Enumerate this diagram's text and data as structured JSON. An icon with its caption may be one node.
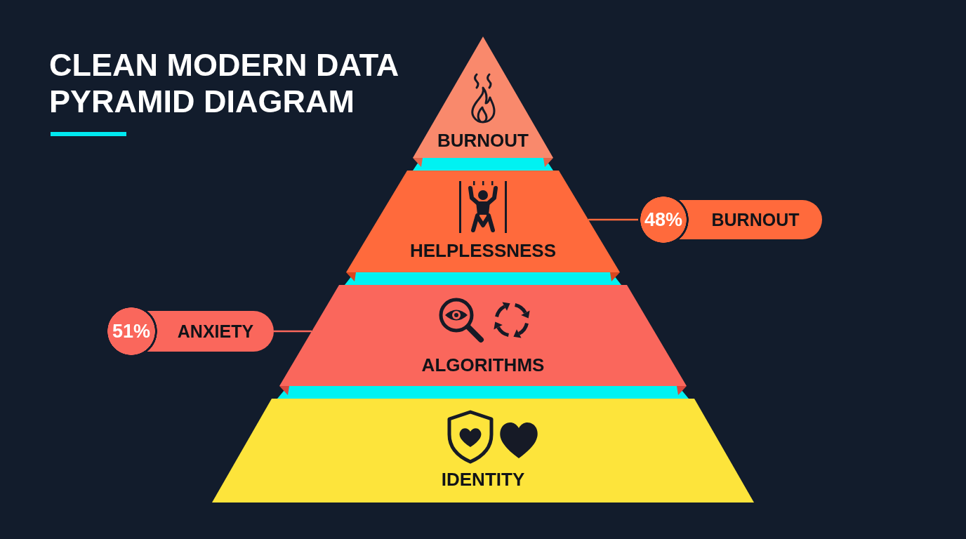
{
  "diagram": {
    "title": "CLEAN MODERN DATA PYRAMID DIAGRAM",
    "nodes": [
      {
        "text": [
          "BURNOUT"
        ]
      },
      {
        "text": [
          "HELPLESSNESS"
        ]
      },
      {
        "text": [
          "48%",
          "BURNOUT"
        ]
      },
      {
        "text": [
          "51%",
          "ANXIETY"
        ]
      },
      {
        "text": [
          "ALGORITHMS"
        ]
      },
      {
        "text": [
          "IDENTITY"
        ]
      }
    ],
    "edges": [
      {
        "from": 2,
        "to": 1,
        "arrow": "none"
      },
      {
        "from": 3,
        "to": 4,
        "arrow": "none"
      }
    ]
  }
}
